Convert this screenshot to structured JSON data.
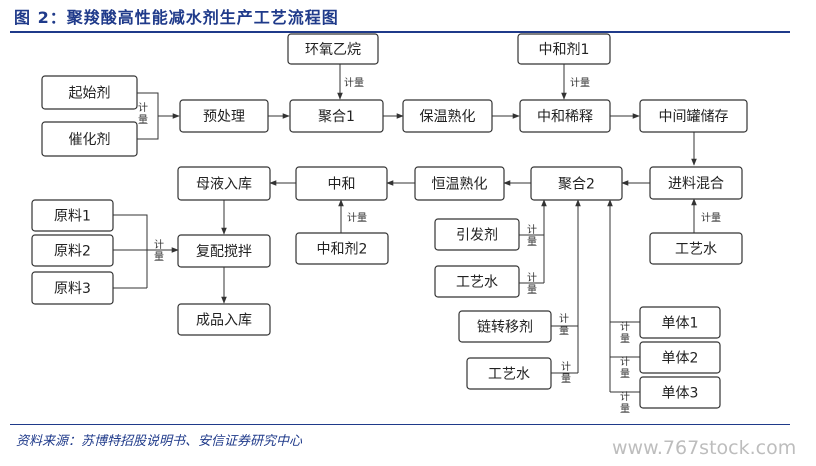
{
  "title": "图 2：聚羧酸高性能减水剂生产工艺流程图",
  "source": "资料来源：苏博特招股说明书、安信证券研究中心",
  "watermark": "www.767stock.com",
  "meter_label": "计量",
  "nodes": {
    "qishiji": "起始剂",
    "cuihuaji": "催化剂",
    "yuchuli": "预处理",
    "huanyangyiwan": "环氧乙烷",
    "juhe1": "聚合1",
    "baowenshuhua": "保温熟化",
    "zhongheji1": "中和剂1",
    "zhonghexishi": "中和稀释",
    "zhongjianguanchucun": "中间罐储存",
    "jinliaohunhe": "进料混合",
    "gongyishui_right": "工艺水",
    "juhe2": "聚合2",
    "hengwenshuhua": "恒温熟化",
    "zhonghe": "中和",
    "zhongheji2": "中和剂2",
    "muyerufku": "母液入库",
    "yinfaji": "引发剂",
    "gongyishui_mid": "工艺水",
    "lianzhuanyiji": "链转移剂",
    "gongyishui_low": "工艺水",
    "danti1": "单体1",
    "danti2": "单体2",
    "danti3": "单体3",
    "yuanliao1": "原料1",
    "yuanliao2": "原料2",
    "yuanliao3": "原料3",
    "fupeijiaoban": "复配搅拌",
    "chengpinrufku": "成品入库"
  }
}
